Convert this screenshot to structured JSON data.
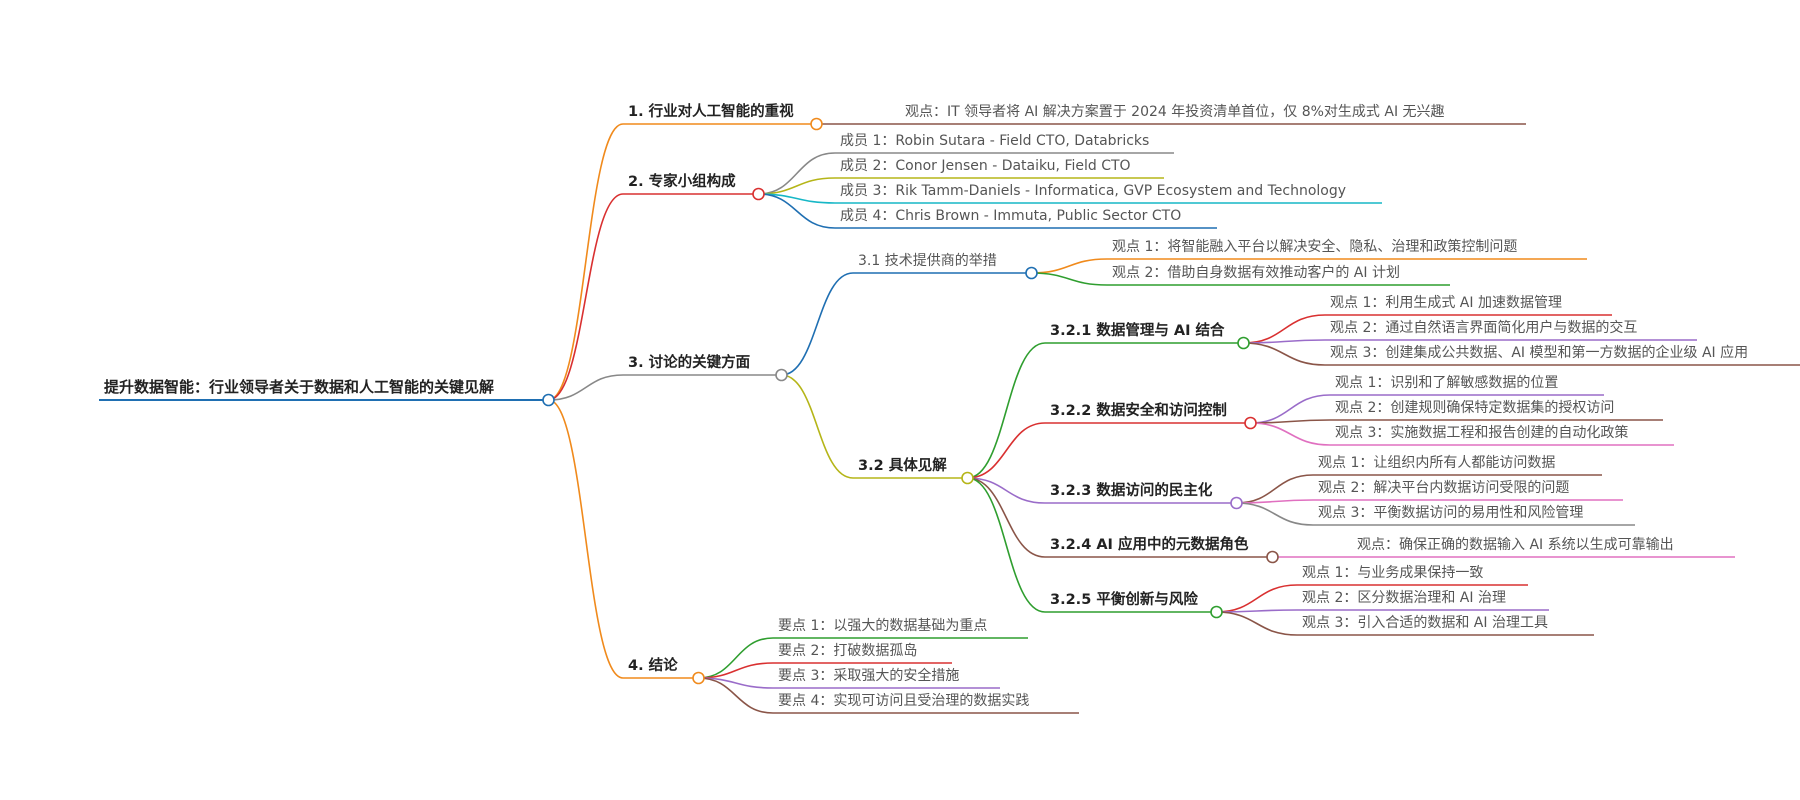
{
  "colors": {
    "root": "#1f6fb2",
    "orange": "#f08a1c",
    "red": "#d93030",
    "gray": "#888888",
    "olive": "#b5b518",
    "teal": "#17b7c6",
    "blue": "#1f6fb2",
    "green": "#2f9e2f",
    "purple": "#9a6cc9",
    "brown": "#8a5548",
    "pink": "#e070c0"
  },
  "root": {
    "label": "提升数据智能：行业领导者关于数据和人工智能的关键见解",
    "children": [
      {
        "label": "1. 行业对人工智能的重视",
        "color": "orange",
        "children": [
          {
            "label": "观点：IT 领导者将 AI 解决方案置于 2024 年投资清单首位，仅 8%对生成式 AI 无兴趣",
            "color": "brown"
          }
        ]
      },
      {
        "label": "2. 专家小组构成",
        "color": "red",
        "children": [
          {
            "label": "成员 1：Robin Sutara - Field CTO, Databricks",
            "color": "gray"
          },
          {
            "label": "成员 2：Conor Jensen - Dataiku, Field CTO",
            "color": "olive"
          },
          {
            "label": "成员 3：Rik Tamm-Daniels - Informatica, GVP Ecosystem and Technology",
            "color": "teal"
          },
          {
            "label": "成员 4：Chris Brown - Immuta, Public Sector CTO",
            "color": "blue"
          }
        ]
      },
      {
        "label": "3. 讨论的关键方面",
        "color": "gray",
        "children": [
          {
            "label": "3.1 技术提供商的举措",
            "color": "blue",
            "children": [
              {
                "label": "观点 1：将智能融入平台以解决安全、隐私、治理和政策控制问题",
                "color": "orange"
              },
              {
                "label": "观点 2：借助自身数据有效推动客户的 AI 计划",
                "color": "green"
              }
            ]
          },
          {
            "label": "3.2 具体见解",
            "color": "olive",
            "children": [
              {
                "label": "3.2.1 数据管理与 AI 结合",
                "color": "green",
                "children": [
                  {
                    "label": "观点 1：利用生成式 AI 加速数据管理",
                    "color": "red"
                  },
                  {
                    "label": "观点 2：通过自然语言界面简化用户与数据的交互",
                    "color": "purple"
                  },
                  {
                    "label": "观点 3：创建集成公共数据、AI 模型和第一方数据的企业级 AI 应用",
                    "color": "brown"
                  }
                ]
              },
              {
                "label": "3.2.2 数据安全和访问控制",
                "color": "red",
                "children": [
                  {
                    "label": "观点 1：识别和了解敏感数据的位置",
                    "color": "purple"
                  },
                  {
                    "label": "观点 2：创建规则确保特定数据集的授权访问",
                    "color": "brown"
                  },
                  {
                    "label": "观点 3：实施数据工程和报告创建的自动化政策",
                    "color": "pink"
                  }
                ]
              },
              {
                "label": "3.2.3 数据访问的民主化",
                "color": "purple",
                "children": [
                  {
                    "label": "观点 1：让组织内所有人都能访问数据",
                    "color": "brown"
                  },
                  {
                    "label": "观点 2：解决平台内数据访问受限的问题",
                    "color": "pink"
                  },
                  {
                    "label": "观点 3：平衡数据访问的易用性和风险管理",
                    "color": "gray"
                  }
                ]
              },
              {
                "label": "3.2.4 AI 应用中的元数据角色",
                "color": "brown",
                "children": [
                  {
                    "label": "观点：确保正确的数据输入 AI 系统以生成可靠输出",
                    "color": "pink"
                  }
                ]
              },
              {
                "label": "3.2.5 平衡创新与风险",
                "color": "green",
                "children": [
                  {
                    "label": "观点 1：与业务成果保持一致",
                    "color": "red"
                  },
                  {
                    "label": "观点 2：区分数据治理和 AI 治理",
                    "color": "purple"
                  },
                  {
                    "label": "观点 3：引入合适的数据和 AI 治理工具",
                    "color": "brown"
                  }
                ]
              }
            ]
          }
        ]
      },
      {
        "label": "4. 结论",
        "color": "orange",
        "children": [
          {
            "label": "要点 1：以强大的数据基础为重点",
            "color": "green"
          },
          {
            "label": "要点 2：打破数据孤岛",
            "color": "red"
          },
          {
            "label": "要点 3：采取强大的安全措施",
            "color": "purple"
          },
          {
            "label": "要点 4：实现可访问且受治理的数据实践",
            "color": "brown"
          }
        ]
      }
    ]
  }
}
